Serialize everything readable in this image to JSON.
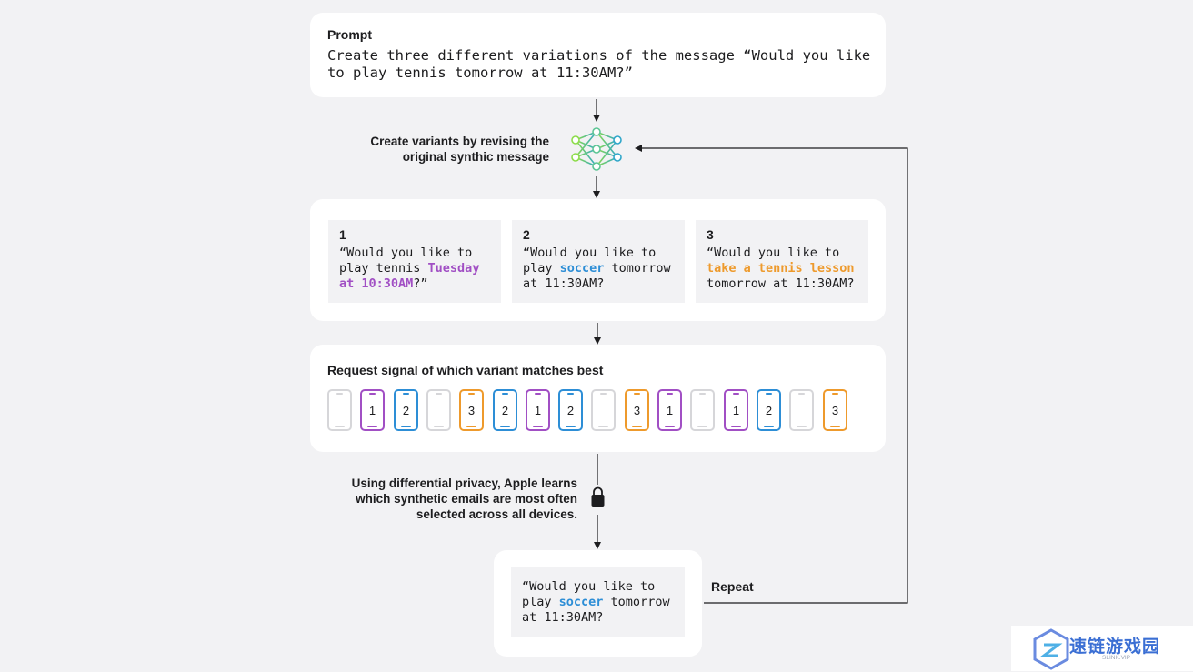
{
  "prompt": {
    "label": "Prompt",
    "text": "Create three different variations of the message “Would you like to play tennis tomorrow at 11:30AM?”"
  },
  "model_caption": "Create variants by revising the original synthic message",
  "variants": [
    {
      "number": "1",
      "pre": "“Would you like to\nplay tennis ",
      "highlight": "Tuesday\nat 10:30AM",
      "post": "?”",
      "color": "#a14fc4"
    },
    {
      "number": "2",
      "pre": "“Would you like to\nplay ",
      "highlight": "soccer",
      "post": " tomorrow\nat 11:30AM?",
      "color": "#2d8ed6"
    },
    {
      "number": "3",
      "pre": "“Would you like to\n",
      "highlight": "take a tennis lesson",
      "post": "\ntomorrow at 11:30AM?",
      "color": "#ee9a2c"
    }
  ],
  "signal": {
    "label": "Request signal of which variant matches best",
    "devices": [
      "",
      "1",
      "2",
      "",
      "3",
      "2",
      "1",
      "2",
      "",
      "3",
      "1",
      "",
      "1",
      "2",
      "",
      "3"
    ]
  },
  "privacy_caption": "Using differential privacy, Apple learns which synthetic emails are most often selected across all devices.",
  "result": {
    "pre": "“Would you like to\nplay ",
    "highlight": "soccer",
    "post": " tomorrow\nat 11:30AM?"
  },
  "repeat_label": "Repeat",
  "colors": {
    "variant_1": "#a14fc4",
    "variant_2": "#2d8ed6",
    "variant_3": "#ee9a2c",
    "unselected": "#d6d6d9",
    "background": "#f2f2f4"
  },
  "icons": {
    "model": "neural-network-icon",
    "privacy": "lock-icon"
  },
  "watermark": {
    "text": "速链游戏园",
    "subtext": "SLINK.VIP"
  }
}
